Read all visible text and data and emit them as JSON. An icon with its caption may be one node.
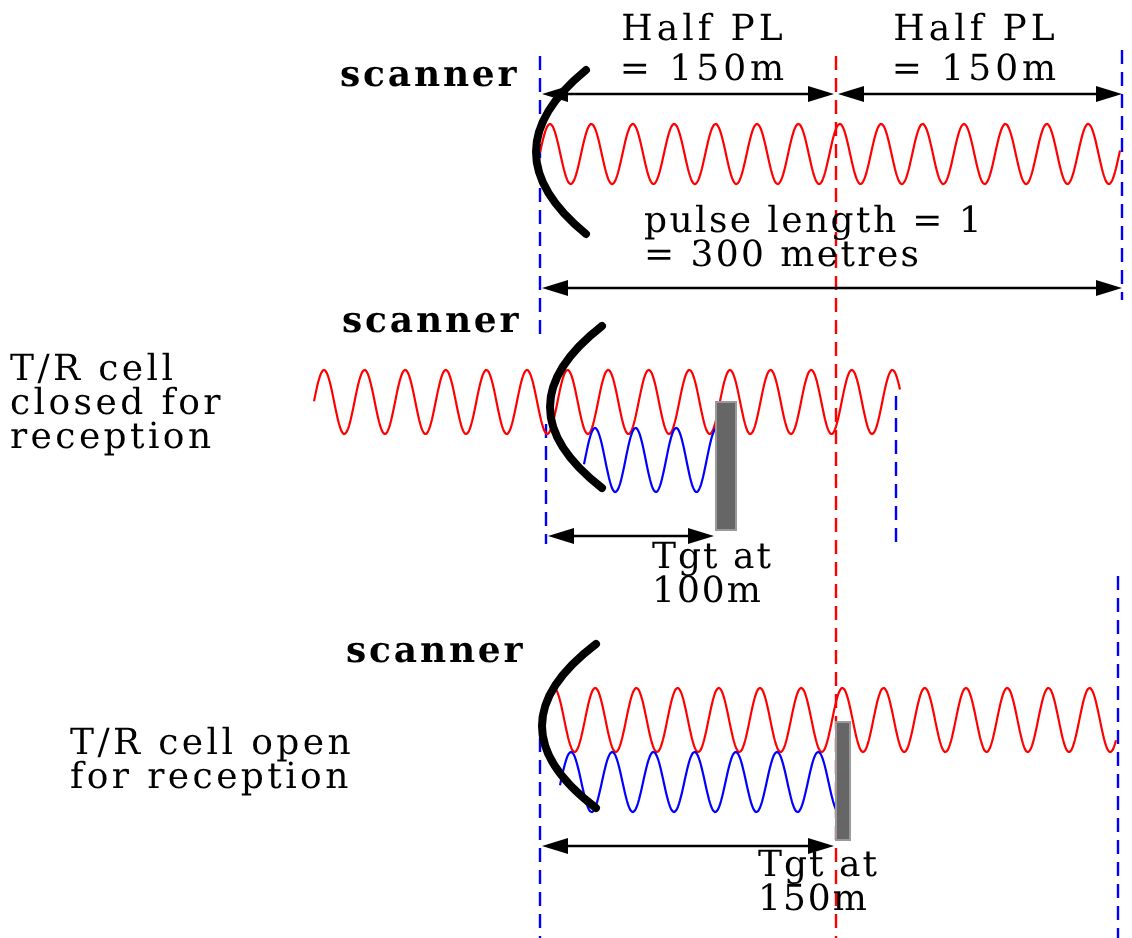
{
  "diagram": {
    "labels": [
      "Half PL = 150m",
      "Half PL = 150m",
      "scanner",
      "pulse length = 1 = 300 metres",
      "scanner",
      "T/R cell closed for reception",
      "Tgt at 100m",
      "scanner",
      "T/R cell open for reception",
      "Tgt at 150m"
    ]
  }
}
